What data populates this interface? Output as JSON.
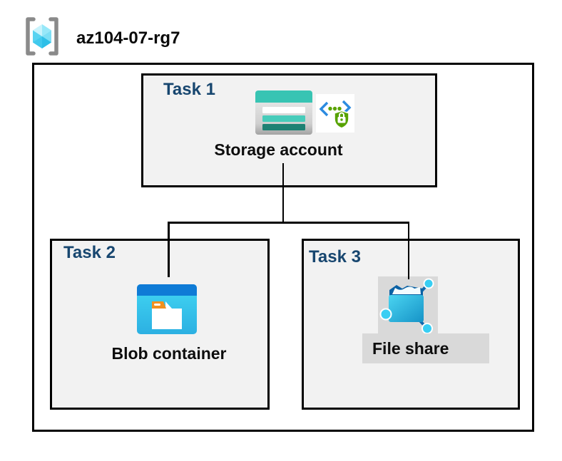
{
  "header": {
    "title": "az104-07-rg7",
    "icon": "resource-group-icon"
  },
  "diagram": {
    "container_type": "resource-group",
    "tasks": [
      {
        "label": "Task 1",
        "resource": "Storage account",
        "icons": [
          "storage-account-icon",
          "secure-access-icon"
        ]
      },
      {
        "label": "Task 2",
        "resource": "Blob container",
        "icons": [
          "blob-container-icon"
        ]
      },
      {
        "label": "Task 3",
        "resource": "File share",
        "icons": [
          "file-share-icon"
        ]
      }
    ],
    "connections": [
      {
        "from": "Storage account",
        "to": "Blob container"
      },
      {
        "from": "Storage account",
        "to": "File share"
      }
    ]
  },
  "colors": {
    "task_label": "#17466F",
    "box_fill": "#F2F2F2",
    "box_border": "#000000",
    "highlight_gray": "#D9D9D9",
    "storage_teal": "#38C4B3",
    "storage_teal_light": "#47CCBA",
    "storage_teal_dark": "#1E8173",
    "blob_header_blue": "#0F7BD6",
    "blob_body_cyan": "#35C8EE",
    "folder_tab_orange": "#F2901E",
    "secure_shield_green": "#57A300",
    "secure_bracket_blue": "#2B8BE0",
    "file_share_node_cyan": "#38CEF3",
    "file_share_dark_blue": "#0A61A4",
    "cube_cyan": "#50E6FF",
    "bracket_gray": "#8A8A8A"
  }
}
